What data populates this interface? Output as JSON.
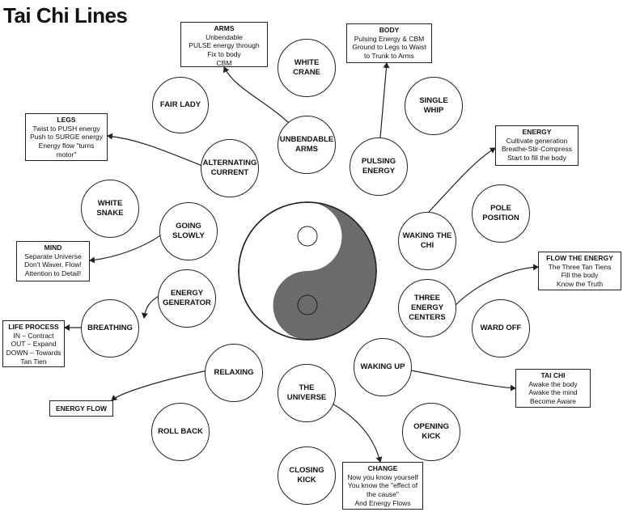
{
  "title": "Tai Chi Lines",
  "circles": {
    "white_crane": "WHITE CRANE",
    "fair_lady": "FAIR LADY",
    "unbendable_arms": "UNBENDABLE ARMS",
    "single_whip": "SINGLE WHIP",
    "pulsing_energy": "PULSING ENERGY",
    "alternating_current": "ALTERNATING CURRENT",
    "white_snake": "WHITE SNAKE",
    "going_slowly": "GOING SLOWLY",
    "pole_position": "POLE POSITION",
    "waking_the_chi": "WAKING THE CHI",
    "energy_generator": "ENERGY GENERATOR",
    "breathing": "BREATHING",
    "three_energy_centers": "THREE ENERGY CENTERS",
    "ward_off": "WARD OFF",
    "relaxing": "RELAXING",
    "waking_up": "WAKING UP",
    "the_universe": "THE UNIVERSE",
    "roll_back": "ROLL BACK",
    "opening_kick": "OPENING KICK",
    "closing_kick": "CLOSING KICK"
  },
  "boxes": {
    "arms": {
      "heading": "ARMS",
      "lines": [
        "Unbendable",
        "PULSE energy through",
        "Fix to body",
        "CBM"
      ]
    },
    "body": {
      "heading": "BODY",
      "lines": [
        "Pulsing Energy & CBM",
        "Ground to Legs to Waist",
        "to Trunk to Arms"
      ]
    },
    "legs": {
      "heading": "LEGS",
      "lines": [
        "Twist to PUSH energy",
        "Push to SURGE energy",
        "Energy flow \"turns",
        "motor\""
      ]
    },
    "energy": {
      "heading": "ENERGY",
      "lines": [
        "Cultivate generation",
        "Breathe-Stir-Compress",
        "Start to fill the body"
      ]
    },
    "mind": {
      "heading": "MIND",
      "lines": [
        "Separate Universe",
        "Don't Waver, Flow!",
        "Attention to Detail!"
      ]
    },
    "flow_the_energy": {
      "heading": "FLOW THE ENERGY",
      "lines": [
        "The Three Tan Tiens",
        "Fill the body",
        "Know the Truth"
      ]
    },
    "life_process": {
      "heading": "LIFE PROCESS",
      "lines": [
        "IN – Contract",
        "OUT – Expand",
        "DOWN – Towards",
        "Tan Tien"
      ]
    },
    "tai_chi": {
      "heading": "TAI CHI",
      "lines": [
        "Awake the body",
        "Awake the mind",
        "Become Aware"
      ]
    },
    "energy_flow": {
      "heading": "ENERGY FLOW",
      "lines": []
    },
    "change": {
      "heading": "CHANGE",
      "lines": [
        "Now you know yourself",
        "You know the \"effect of",
        "the cause\"",
        "And Energy Flows"
      ]
    }
  }
}
